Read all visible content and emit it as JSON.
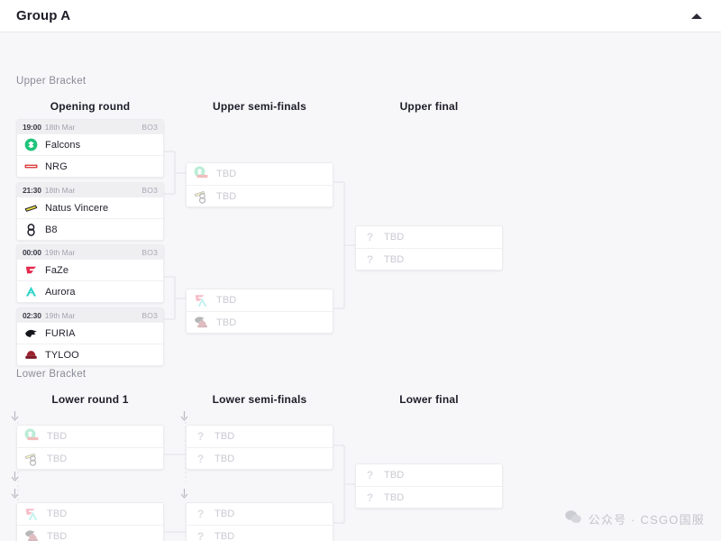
{
  "header": {
    "title": "Group A",
    "collapse_icon": "chevron-up-icon"
  },
  "brackets": {
    "upper_label": "Upper Bracket",
    "lower_label": "Lower Bracket"
  },
  "rounds": {
    "upper": [
      "Opening round",
      "Upper semi-finals",
      "Upper final"
    ],
    "lower": [
      "Lower round 1",
      "Lower semi-finals",
      "Lower final"
    ]
  },
  "tbd_label": "TBD",
  "format": "BO3",
  "teams": {
    "falcons": {
      "name": "Falcons",
      "color": "#1fc47a"
    },
    "nrg": {
      "name": "NRG",
      "color": "#d62828"
    },
    "navi": {
      "name": "Natus Vincere",
      "color": "#f5e642"
    },
    "b8": {
      "name": "B8",
      "color": "#1c1c28"
    },
    "faze": {
      "name": "FaZe",
      "color": "#e4294b"
    },
    "aurora": {
      "name": "Aurora",
      "color": "#2fd4c8"
    },
    "furia": {
      "name": "FURIA",
      "color": "#15151c"
    },
    "tyloo": {
      "name": "TYLOO",
      "color": "#9c2230"
    }
  },
  "upper_opening": [
    {
      "time": "19:00",
      "date": "18th Mar",
      "bo": "BO3",
      "top": "Falcons",
      "bottom": "NRG"
    },
    {
      "time": "21:30",
      "date": "18th Mar",
      "bo": "BO3",
      "top": "Natus Vincere",
      "bottom": "B8"
    },
    {
      "time": "00:00",
      "date": "19th Mar",
      "bo": "BO3",
      "top": "FaZe",
      "bottom": "Aurora"
    },
    {
      "time": "02:30",
      "date": "19th Mar",
      "bo": "BO3",
      "top": "FURIA",
      "bottom": "TYLOO"
    }
  ],
  "upper_semis": [
    {
      "top": "TBD",
      "bottom": "TBD"
    },
    {
      "top": "TBD",
      "bottom": "TBD"
    }
  ],
  "upper_final": {
    "top": "TBD",
    "bottom": "TBD"
  },
  "lower_round1": [
    {
      "top": "TBD",
      "bottom": "TBD"
    },
    {
      "top": "TBD",
      "bottom": "TBD"
    }
  ],
  "lower_semis": [
    {
      "top": "TBD",
      "bottom": "TBD"
    },
    {
      "top": "TBD",
      "bottom": "TBD"
    }
  ],
  "lower_final": {
    "top": "TBD",
    "bottom": "TBD"
  },
  "watermark": {
    "icon": "wechat-icon",
    "text": "公众号 · CSGO国服"
  },
  "colors": {
    "board_bg": "#f7f7f9",
    "card_bg": "#ffffff",
    "card_border": "#ececf0",
    "head_bg": "#efeff2",
    "tbd_text": "#c9c9d2",
    "wire": "#e2e2e8"
  }
}
